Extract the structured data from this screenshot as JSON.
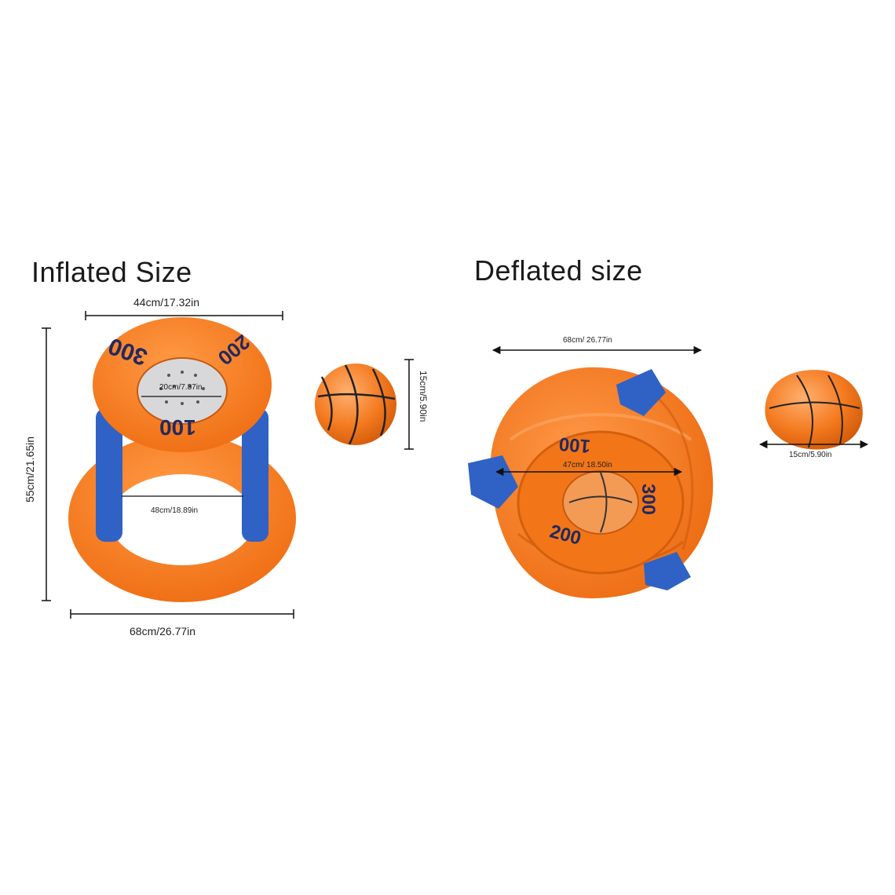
{
  "inflated": {
    "title": "Inflated Size",
    "top_width": "44cm/17.32in",
    "hoop_inner": "20cm/7.87in",
    "base_inner": "48cm/18.89in",
    "base_width": "68cm/26.77in",
    "height": "55cm/21.65in",
    "ball": "15cm/5.90in",
    "ring_scores": [
      "300",
      "200",
      "100"
    ]
  },
  "deflated": {
    "title": "Deflated size",
    "width": "68cm/ 26.77in",
    "inner": "47cm/ 18.50in",
    "ball": "15cm/5.90in",
    "ring_scores": [
      "100",
      "300",
      "200"
    ]
  },
  "colors": {
    "orange": "#f47a1f",
    "orange_dark": "#d9600e",
    "blue": "#2f62c4",
    "navy": "#23295e"
  }
}
